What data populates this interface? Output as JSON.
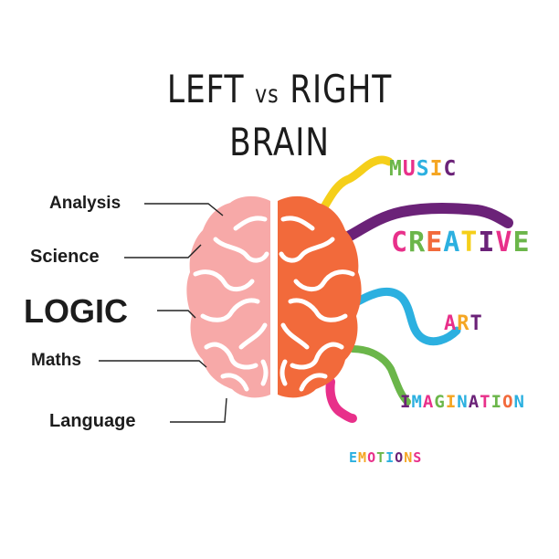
{
  "title": {
    "line1_a": "LEFT",
    "line1_vs": "vs",
    "line1_b": "RIGHT",
    "line2": "BRAIN"
  },
  "left_labels": {
    "analysis": "Analysis",
    "science": "Science",
    "logic": "LOGIC",
    "maths": "Maths",
    "language": "Language"
  },
  "right_labels": {
    "music": "MUSIC",
    "creative": "CREATIVE",
    "art": "ART",
    "imagination": "IMAGINATION",
    "emotions": "EMOTIONS"
  },
  "colors": {
    "left_hemisphere": "#f7a9a8",
    "right_hemisphere": "#f26a3b",
    "music": "#f5cf1a",
    "creative": "#6b2278",
    "art": "#2cb0e0",
    "imagination": "#6bb64a",
    "emotions": "#e8308a"
  },
  "letter_colors": {
    "music": [
      "#6bb64a",
      "#e8308a",
      "#2cb0e0",
      "#f5a623",
      "#6b2278"
    ],
    "creative": [
      "#e8308a",
      "#6bb64a",
      "#f26a3b",
      "#2cb0e0",
      "#f5cf1a",
      "#6b2278",
      "#e8308a",
      "#6bb64a"
    ],
    "art": [
      "#e8308a",
      "#f5a623",
      "#6b2278"
    ],
    "imagination": [
      "#6b2278",
      "#2cb0e0",
      "#e8308a",
      "#6bb64a",
      "#f5a623",
      "#2cb0e0",
      "#6b2278",
      "#e8308a",
      "#6bb64a",
      "#f26a3b",
      "#2cb0e0"
    ],
    "emotions": [
      "#2cb0e0",
      "#f5a623",
      "#e8308a",
      "#6bb64a",
      "#2cb0e0",
      "#6b2278",
      "#f5a623",
      "#e8308a"
    ]
  }
}
